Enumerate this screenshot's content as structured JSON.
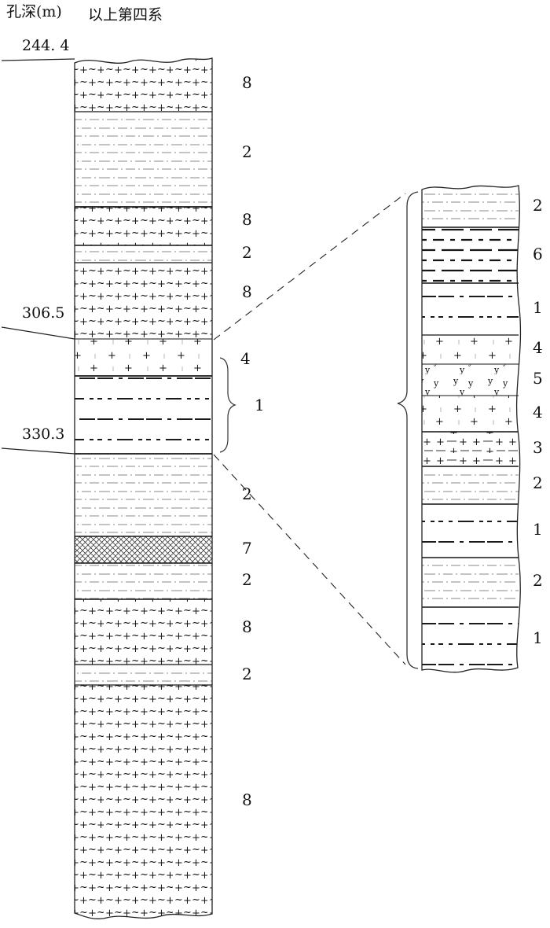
{
  "title": {
    "depth_axis_label": "孔深(m)",
    "top_note": "以上第四系"
  },
  "depth_marks": [
    {
      "value": "244. 4"
    },
    {
      "value": "306.5"
    },
    {
      "value": "330.3"
    }
  ],
  "main_column": {
    "layers": [
      {
        "label": "8",
        "lithology": "cross-tilde"
      },
      {
        "label": "2",
        "lithology": "dash-dot-fine"
      },
      {
        "label": "8",
        "lithology": "cross-tilde"
      },
      {
        "label": "2",
        "lithology": "dash-dot-fine"
      },
      {
        "label": "8",
        "lithology": "cross-tilde"
      },
      {
        "label": "4",
        "lithology": "light-cross"
      },
      {
        "label": "1",
        "lithology": "dash-dot-bold"
      },
      {
        "label": "2",
        "lithology": "dash-dot-fine"
      },
      {
        "label": "7",
        "lithology": "crosshatch"
      },
      {
        "label": "2",
        "lithology": "dash-dot-fine"
      },
      {
        "label": "8",
        "lithology": "cross-tilde"
      },
      {
        "label": "2",
        "lithology": "dash-dot-fine"
      },
      {
        "label": "8",
        "lithology": "cross-tilde"
      }
    ]
  },
  "detail_column": {
    "layers": [
      {
        "label": "2",
        "lithology": "dash-dot-fine"
      },
      {
        "label": "6",
        "lithology": "dash-bold"
      },
      {
        "label": "1",
        "lithology": "dash-dot-bold"
      },
      {
        "label": "4",
        "lithology": "light-cross"
      },
      {
        "label": "5",
        "lithology": "y-marks"
      },
      {
        "label": "4",
        "lithology": "light-cross"
      },
      {
        "label": "3",
        "lithology": "plus-dash"
      },
      {
        "label": "2",
        "lithology": "dash-dot-fine"
      },
      {
        "label": "1",
        "lithology": "dash-dot-bold"
      },
      {
        "label": "2",
        "lithology": "dash-dot-fine"
      },
      {
        "label": "1",
        "lithology": "dash-dot-bold"
      }
    ]
  }
}
